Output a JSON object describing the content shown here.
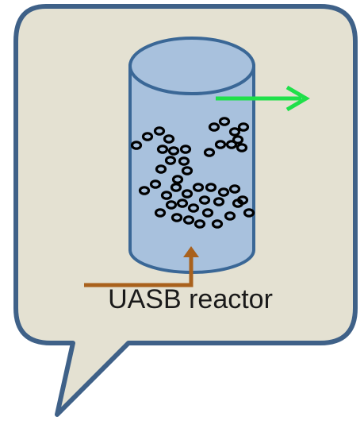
{
  "diagram": {
    "label": "UASB reactor",
    "colors": {
      "bubble_fill": "#e4e1d2",
      "bubble_stroke": "#3f6188",
      "cylinder_fill": "#a8c1dd",
      "cylinder_stroke": "#3a6796",
      "influent_arrow": "#a9611c",
      "effluent_arrow": "#1fe04a",
      "granule": "#000000"
    },
    "icons": [
      "speech-bubble",
      "cylinder-reactor",
      "influent-arrow",
      "effluent-arrow",
      "sludge-granule"
    ]
  }
}
